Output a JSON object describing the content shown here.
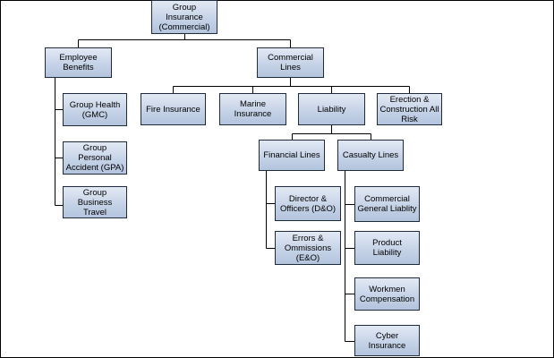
{
  "root": {
    "label": "Group\nInsurance\n(Commercial)"
  },
  "employee_benefits": {
    "label": "Employee\nBenefits",
    "children": [
      {
        "label": "Group Health\n(GMC)"
      },
      {
        "label": "Group Personal\nAccident (GPA)"
      },
      {
        "label": "Group Business\nTravel"
      }
    ]
  },
  "commercial_lines": {
    "label": "Commercial\nLines",
    "children": [
      {
        "label": "Fire Insurance"
      },
      {
        "label": "Marine\nInsurance"
      },
      {
        "label": "Liability"
      },
      {
        "label": "Erection &\nConstruction All\nRisk"
      }
    ]
  },
  "liability": {
    "financial_lines": {
      "label": "Financial Lines",
      "children": [
        {
          "label": "Director &\nOfficers (D&O)"
        },
        {
          "label": "Errors &\nOmmissions\n(E&O)"
        }
      ]
    },
    "casualty_lines": {
      "label": "Casualty Lines",
      "children": [
        {
          "label": "Commercial\nGeneral Liablity"
        },
        {
          "label": "Product Liability"
        },
        {
          "label": "Workmen\nCompensation"
        },
        {
          "label": "Cyber Insurance"
        }
      ]
    }
  },
  "colors": {
    "node_fill_top": "#e2e9f4",
    "node_fill_bottom": "#b3c4dd",
    "node_border": "#1f2c3c",
    "connector": "#000000"
  }
}
